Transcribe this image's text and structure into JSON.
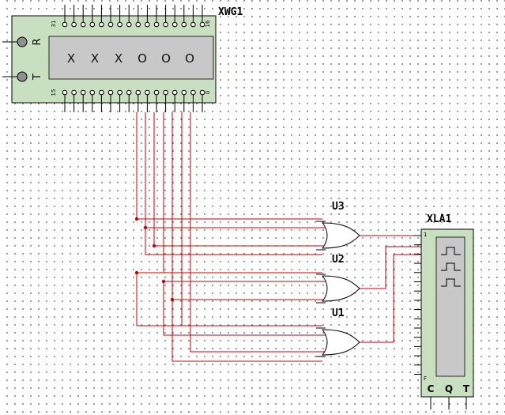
{
  "colors": {
    "wire": "#cc0000",
    "pin": "#000000",
    "component_fill": "#c8e0c0",
    "window_fill": "#c8c8c8"
  },
  "generator": {
    "ref": "XWG1",
    "top_pin_left": "31",
    "top_pin_right": "16",
    "bottom_pin_left": "15",
    "bottom_pin_right": "0",
    "terminal_r": "R",
    "terminal_t": "T",
    "pattern": [
      "X",
      "X",
      "X",
      "O",
      "O",
      "O"
    ]
  },
  "gates": [
    {
      "ref": "U3",
      "type": "or-gate"
    },
    {
      "ref": "U2",
      "type": "or-gate"
    },
    {
      "ref": "U1",
      "type": "or-gate"
    }
  ],
  "analyzer": {
    "ref": "XLA1",
    "first_pin": "1",
    "last_pin": "F",
    "controls": [
      "C",
      "Q",
      "T"
    ],
    "trace_icon": "pulse-waveform-icon"
  }
}
